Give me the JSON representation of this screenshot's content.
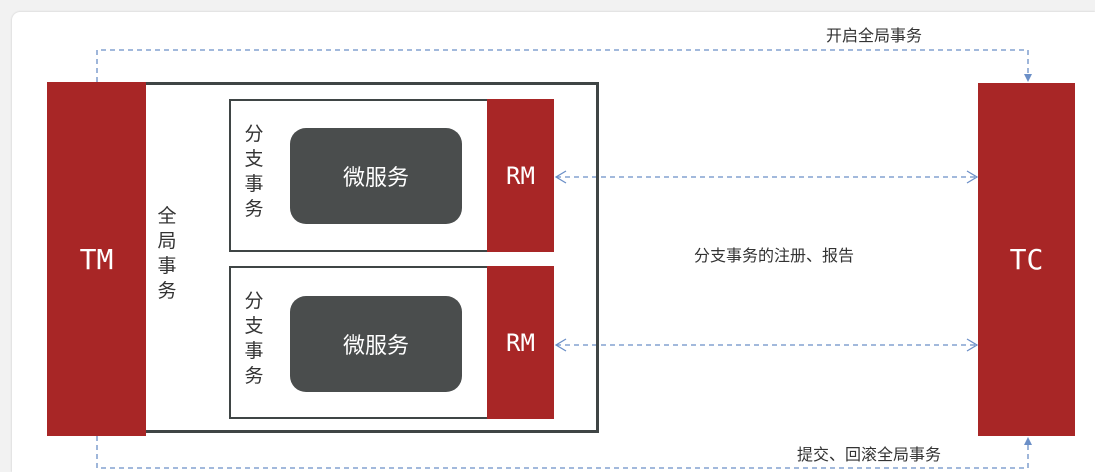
{
  "nodes": {
    "tm": "TM",
    "tc": "TC",
    "rm_1": "RM",
    "rm_2": "RM",
    "microservice_1": "微服务",
    "microservice_2": "微服务"
  },
  "labels": {
    "global_transaction": "全局事务",
    "branch_transaction_1": "分支事务",
    "branch_transaction_2": "分支事务",
    "start_global": "开启全局事务",
    "register_report": "分支事务的注册、报告",
    "commit_rollback": "提交、回滚全局事务"
  },
  "colors": {
    "red": "#a82626",
    "dark": "#4a4d4d",
    "arrow": "#6b8fc7"
  }
}
